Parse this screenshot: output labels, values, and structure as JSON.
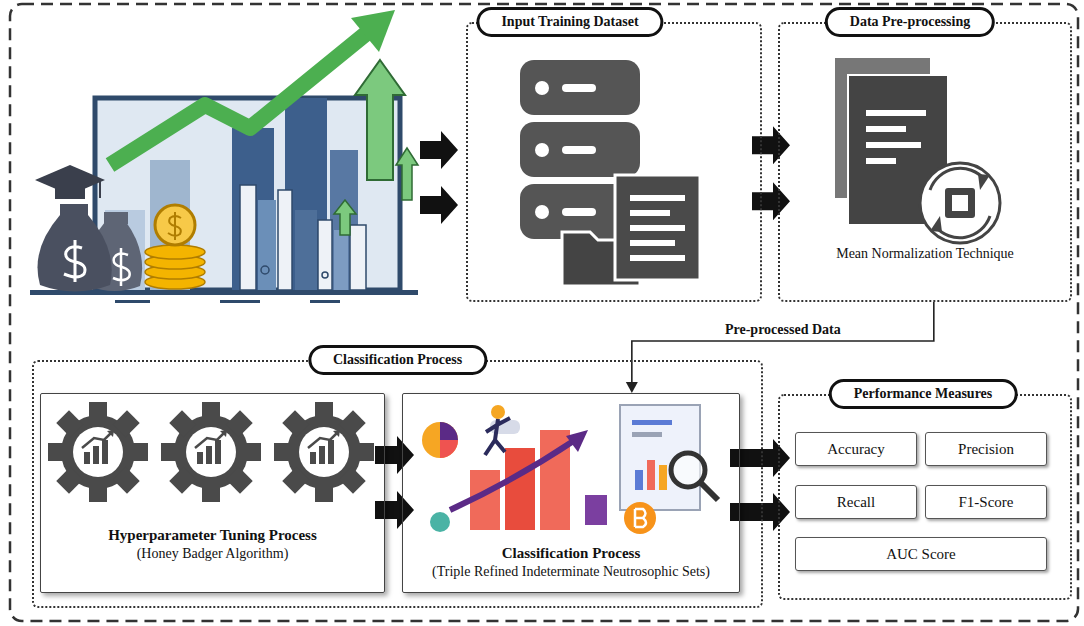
{
  "diagram": {
    "nodes": [
      {
        "text": [
          "Input Training Dataset"
        ]
      },
      {
        "text": [
          "Data Pre-processing",
          "Mean Normalization Technique"
        ]
      },
      {
        "text": [
          "Classification Process"
        ]
      },
      {
        "text": [
          "Hyperparameter Tuning Process",
          "(Honey Badger Algorithm)"
        ],
        "in": 2
      },
      {
        "text": [
          "Classification Process",
          "(Triple Refined Indeterminate Neutrosophic Sets)"
        ],
        "in": 2
      },
      {
        "text": [
          "Performance Measures"
        ]
      },
      {
        "text": [
          "Accuracy"
        ],
        "in": 5
      },
      {
        "text": [
          "Precision"
        ],
        "in": 5
      },
      {
        "text": [
          "Recall"
        ],
        "in": 5
      },
      {
        "text": [
          "F1-Score"
        ],
        "in": 5
      },
      {
        "text": [
          "AUC Score"
        ],
        "in": 5
      }
    ],
    "edges": [
      {
        "from": 0,
        "to": 1,
        "arrow": "to"
      },
      {
        "from": 1,
        "to": 4,
        "label": "Pre-processed Data",
        "arrow": "to"
      },
      {
        "from": 3,
        "to": 4,
        "arrow": "to"
      },
      {
        "from": 4,
        "to": 5,
        "arrow": "to"
      }
    ]
  }
}
